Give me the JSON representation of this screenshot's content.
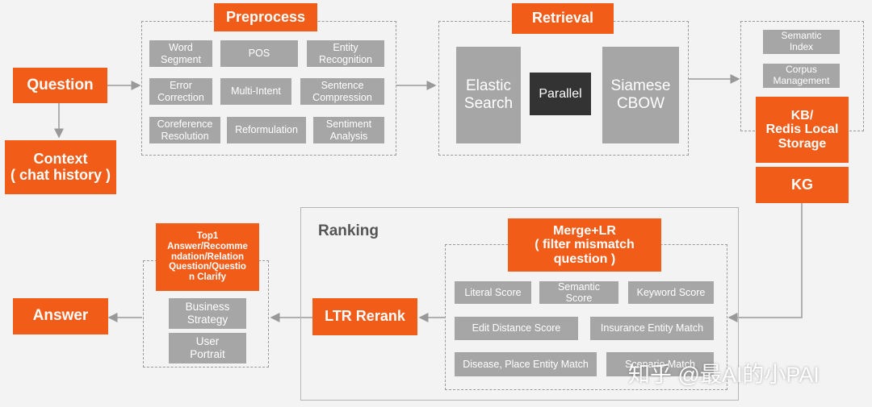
{
  "preprocess": {
    "title": "Preprocess",
    "items": [
      "Word\nSegment",
      "POS",
      "Entity\nRecognition",
      "Error\nCorrection",
      "Multi-Intent",
      "Sentence\nCompression",
      "Coreference\nResolution",
      "Reformulation",
      "Sentiment\nAnalysis"
    ]
  },
  "retrieval": {
    "title": "Retrieval",
    "elastic": "Elastic\nSearch",
    "parallel": "Parallel",
    "siamese": "Siamese\nCBOW"
  },
  "storage": {
    "semantic_index": "Semantic\nIndex",
    "corpus_management": "Corpus\nManagement",
    "kb": "KB/\nRedis Local\nStorage",
    "kg": "KG"
  },
  "question": "Question",
  "context": "Context\n( chat history )",
  "ranking": {
    "title": "Ranking",
    "merge": "Merge+LR\n( filter mismatch\nquestion )",
    "scores": [
      "Literal Score",
      "Semantic\nScore",
      "Keyword Score",
      "Edit Distance Score",
      "Insurance Entity Match",
      "Disease, Place Entity Match",
      "Scenario Match"
    ]
  },
  "ltr": "LTR Rerank",
  "output": {
    "top1": "Top1\nAnswer/Recomme\nndation/Relation\nQuestion/Questio\nn Clarify",
    "business": "Business\nStrategy",
    "user": "User\nPortrait"
  },
  "answer": "Answer",
  "watermark": "知乎 @最AI的小PAI",
  "colors": {
    "orange": "#f25c19",
    "gray": "#a6a6a6",
    "dark": "#333333",
    "background": "#f3f3f3"
  }
}
